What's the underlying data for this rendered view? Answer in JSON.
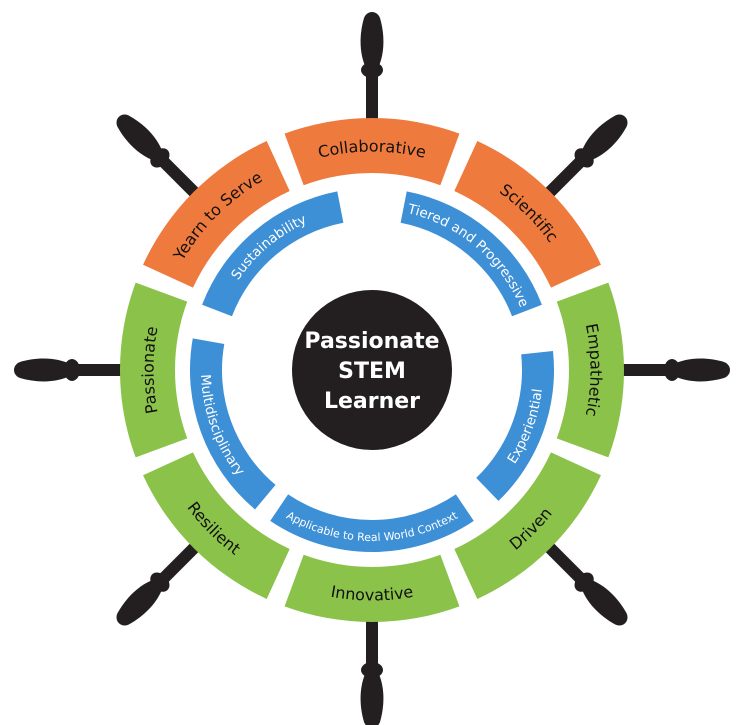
{
  "hub": {
    "lines": [
      "Passionate",
      "STEM",
      "Learner"
    ]
  },
  "outer_ring": [
    {
      "label": "Collaborative",
      "color": "#ef7a3d"
    },
    {
      "label": "Scientific",
      "color": "#ef7a3d"
    },
    {
      "label": "Empathetic",
      "color": "#8bc24a"
    },
    {
      "label": "Driven",
      "color": "#8bc24a"
    },
    {
      "label": "Innovative",
      "color": "#8bc24a"
    },
    {
      "label": "Resilient",
      "color": "#8bc24a"
    },
    {
      "label": "Passionate",
      "color": "#8bc24a"
    },
    {
      "label": "Yearn to Serve",
      "color": "#ef7a3d"
    }
  ],
  "inner_ring": [
    {
      "label": "Tiered and Progressive",
      "color": "#3d8fd6"
    },
    {
      "label": "Experiential",
      "color": "#3d8fd6"
    },
    {
      "label": "Applicable to Real World Context",
      "color": "#3d8fd6"
    },
    {
      "label": "Multidisciplinary",
      "color": "#3d8fd6"
    },
    {
      "label": "Sustainability",
      "color": "#3d8fd6"
    }
  ],
  "colors": {
    "hub": "#231f20",
    "spoke": "#231f20",
    "orange": "#ef7a3d",
    "green": "#8bc24a",
    "blue": "#3d8fd6"
  }
}
